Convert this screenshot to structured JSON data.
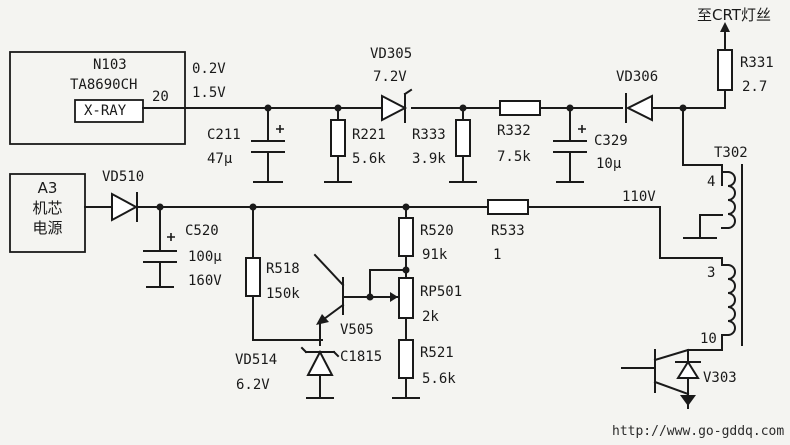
{
  "ic": {
    "ref": "N103",
    "part": "TA8690CH",
    "pin_label": "X-RAY",
    "pin_no": "20",
    "v1": "0.2V",
    "v2": "1.5V"
  },
  "power": {
    "line1": "A3",
    "line2": "机芯",
    "line3": "电源"
  },
  "crt_label": "至CRT灯丝",
  "volt_110": "110V",
  "url": "http://www.go-gddq.com",
  "parts": {
    "vd305": {
      "ref": "VD305",
      "value": "7.2V"
    },
    "vd306": {
      "ref": "VD306"
    },
    "vd510": {
      "ref": "VD510"
    },
    "vd514": {
      "ref": "VD514",
      "value": "6.2V"
    },
    "c211": {
      "ref": "C211",
      "value": "47µ"
    },
    "c329": {
      "ref": "C329",
      "value": "10µ"
    },
    "c520": {
      "ref": "C520",
      "value": "100µ",
      "value2": "160V"
    },
    "r221": {
      "ref": "R221",
      "value": "5.6k"
    },
    "r333": {
      "ref": "R333",
      "value": "3.9k"
    },
    "r332": {
      "ref": "R332",
      "value": "7.5k"
    },
    "r331": {
      "ref": "R331",
      "value": "2.7"
    },
    "r518": {
      "ref": "R518",
      "value": "150k"
    },
    "r520": {
      "ref": "R520",
      "value": "91k"
    },
    "r533": {
      "ref": "R533",
      "value": "1"
    },
    "rp501": {
      "ref": "RP501",
      "value": "2k"
    },
    "r521": {
      "ref": "R521",
      "value": "5.6k"
    },
    "v505": {
      "ref": "V505",
      "type": "C1815"
    },
    "v303": {
      "ref": "V303"
    },
    "t302": {
      "ref": "T302",
      "pin4": "4",
      "pin3": "3",
      "pin10": "10"
    }
  }
}
